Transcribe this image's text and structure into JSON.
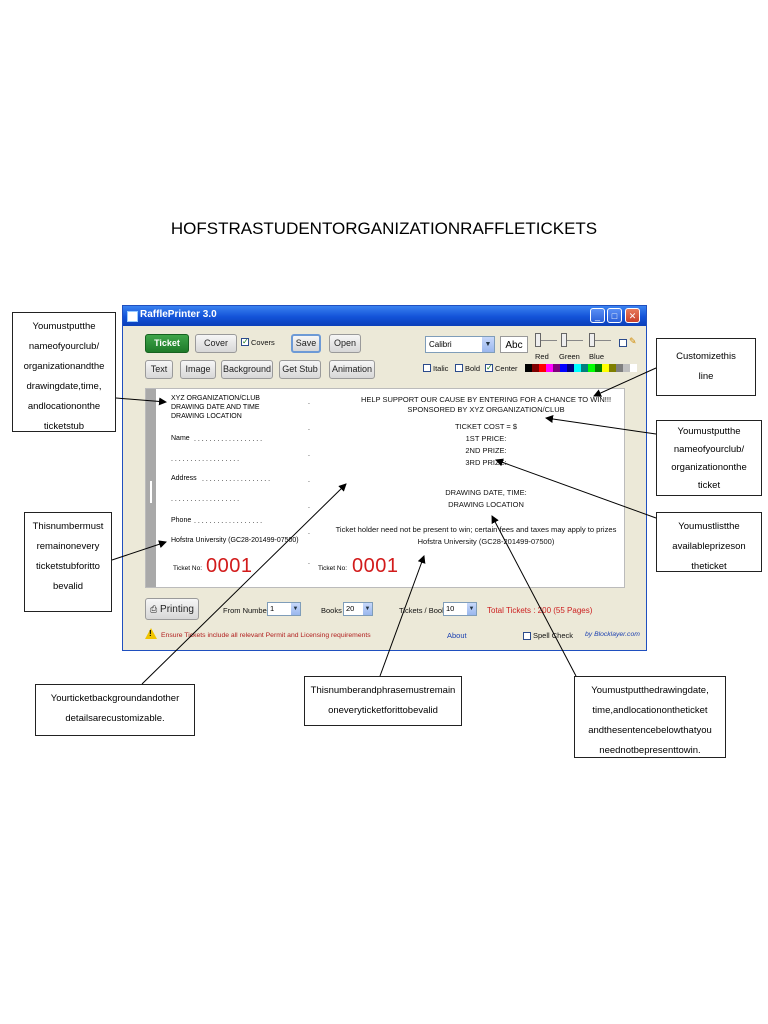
{
  "document": {
    "title": "HOFSTRASTUDENTORGANIZATIONRAFFLETICKETS"
  },
  "callouts": {
    "club_stub": [
      "Youmustputthe",
      "nameofyourclub/",
      "organizationandthe",
      "drawingdate,time,",
      "andlocationonthe",
      "ticketstub"
    ],
    "number_stub": [
      "Thisnumbermust",
      "remainonevery",
      "ticketstubforitto",
      "bevalid"
    ],
    "background": [
      "Yourticketbackgroundandother",
      "detailsarecustomizable."
    ],
    "number_ticket": [
      "Thisnumberandphrasemustremain",
      "oneveryticketforittobevalid"
    ],
    "drawing": [
      "Youmustputthedrawingdate,",
      "time,andlocationontheticket",
      "andthesentencebelowthatyou",
      "neednotbepresenttowin."
    ],
    "customize": [
      "Customizethis",
      "line"
    ],
    "club_ticket": [
      "Youmustputthe",
      "nameofyourclub/",
      "organizationonthe",
      "ticket"
    ],
    "prizes": [
      "Youmustlistthe",
      "availableprizeson",
      "theticket"
    ]
  },
  "app": {
    "window_title": "RafflePrinter 3.0",
    "toolbar": {
      "ticket": "Ticket",
      "cover": "Cover",
      "covers_label": "Covers",
      "save": "Save",
      "open": "Open",
      "text": "Text",
      "image": "Image",
      "background": "Background",
      "get_stub": "Get Stub",
      "animation": "Animation",
      "font": "Calibri",
      "abc": "Abc",
      "red": "Red",
      "green": "Green",
      "blue": "Blue",
      "italic": "Italic",
      "bold": "Bold",
      "center": "Center"
    },
    "palette": [
      "#000000",
      "#7f0000",
      "#ff0000",
      "#ff00ff",
      "#7f007f",
      "#0000ff",
      "#00007f",
      "#00ffff",
      "#007f7f",
      "#00ff00",
      "#007f00",
      "#ffff00",
      "#7f7f00",
      "#7f7f7f",
      "#c0c0c0",
      "#ffffff"
    ],
    "stub": {
      "org": "XYZ ORGANIZATION/CLUB",
      "date": "DRAWING DATE AND TIME",
      "location": "DRAWING LOCATION",
      "name_label": "Name",
      "address_label": "Address",
      "phone_label": "Phone",
      "dots": ". . . . . . . . . . . . . . . . . .",
      "reg": "Hofstra University (GC28-201499-07500)",
      "ticket_no_label": "Ticket No:",
      "number": "0001"
    },
    "ticket": {
      "line1": "HELP SUPPORT OUR CAUSE BY ENTERING FOR A CHANCE TO WIN!!!",
      "line2": "SPONSORED BY XYZ ORGANIZATION/CLUB",
      "cost": "TICKET COST = $",
      "prize1": "1ST PRICE:",
      "prize2": "2ND PRIZE:",
      "prize3": "3RD PRIZE:",
      "drawing_time": "DRAWING DATE, TIME:",
      "drawing_location": "DRAWING LOCATION",
      "disclaimer": "Ticket holder need not be present to win; certain fees and taxes may apply to prizes",
      "reg": "Hofstra University (GC28-201499-07500)",
      "ticket_no_label": "Ticket No:",
      "number": "0001"
    },
    "bottom": {
      "printing": "Printing",
      "from_number_label": "From Number",
      "from_number": "1",
      "books_label": "Books",
      "books": "20",
      "tickets_book_label": "Tickets / Book",
      "tickets_book": "10",
      "total": "Total Tickets : 200   (55 Pages)",
      "warning": "Ensure Tickets include all relevant Permit and Licensing requirements",
      "about": "About",
      "spell_check": "Spell Check",
      "credit": "by Blocklayer.com"
    }
  }
}
